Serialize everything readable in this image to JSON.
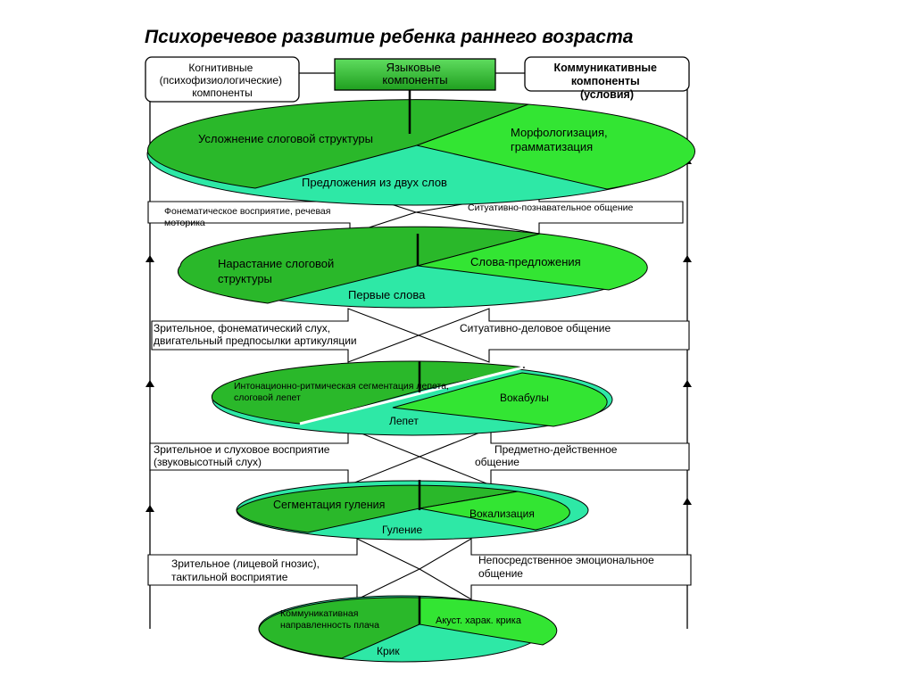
{
  "title": "Психоречевое развитие ребенка раннего возраста",
  "header": {
    "cognitive": [
      "Когнитивные",
      "(психофизиологические)",
      "компоненты"
    ],
    "language": [
      "Языковые",
      "компоненты"
    ],
    "communicative": [
      "Коммуникативные",
      "компоненты",
      "(условия)"
    ]
  },
  "levels": [
    {
      "left": [
        "Коммуникативная",
        "направленность плача"
      ],
      "right": [
        "Акуст. харак. крика"
      ],
      "bottom": [
        "Крик"
      ]
    },
    {
      "left": [
        "Сегментация  гуления"
      ],
      "right": [
        "Вокализация"
      ],
      "bottom": [
        "Гуление"
      ]
    },
    {
      "left": [
        "Интонационно-ритмическая сегментация лепета,",
        "слоговой лепет"
      ],
      "right": [
        "Вокабулы"
      ],
      "bottom": [
        "Лепет"
      ]
    },
    {
      "left": [
        "Нарастание  слоговой",
        "структуры"
      ],
      "right": [
        "Слова-предложения"
      ],
      "bottom": [
        "Первые слова"
      ]
    },
    {
      "left": [
        "Усложнение  слоговой структуры"
      ],
      "right": [
        "Морфологизация,",
        "грамматизация"
      ],
      "bottom": [
        "Предложения  из двух слов"
      ]
    }
  ],
  "transitions": [
    {
      "cognitive": [
        "Зрительное (лицевой гнозис),",
        "тактильной восприятие"
      ],
      "communicative": [
        "Непосредственное эмоциональное",
        "общение"
      ]
    },
    {
      "cognitive": [
        "Зрительное и слуховое  восприятие",
        "(звуковысотный слух)"
      ],
      "communicative": [
        "Предметно-действенное",
        "общение"
      ]
    },
    {
      "cognitive": [
        "Зрительное, фонематический слух,",
        "двигательный предпосылки артикуляции"
      ],
      "communicative": [
        "Ситуативно-деловое общение"
      ]
    },
    {
      "cognitive": [
        "Фонематическое восприятие, речевая",
        "моторика"
      ],
      "communicative": [
        "Ситуативно-познавательное общение"
      ]
    }
  ],
  "colors": {
    "ellipse_dark": "#2ab82a",
    "ellipse_light": "#33e533",
    "ellipse_bottom": "#2ee8a6",
    "header_fill": "#2fbf2f",
    "stroke": "#000000"
  }
}
